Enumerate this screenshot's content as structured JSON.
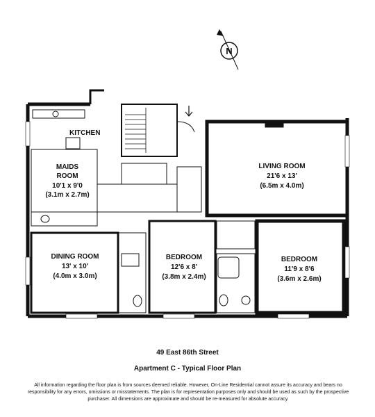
{
  "plan": {
    "north_label": "N",
    "kitchen": "KITCHEN",
    "maids_room": {
      "name_line1": "MAIDS",
      "name_line2": "ROOM",
      "dim_imperial": "10'1 x 9'0",
      "dim_metric": "(3.1m x 2.7m)"
    },
    "living_room": {
      "name": "LIVING ROOM",
      "dim_imperial": "21'6 x 13'",
      "dim_metric": "(6.5m x 4.0m)"
    },
    "dining_room": {
      "name": "DINING ROOM",
      "dim_imperial": "13' x 10'",
      "dim_metric": "(4.0m x 3.0m)"
    },
    "bedroom_1": {
      "name": "BEDROOM",
      "dim_imperial": "12'6 x 8'",
      "dim_metric": "(3.8m x 2.4m)"
    },
    "bedroom_2": {
      "name": "BEDROOM",
      "dim_imperial": "11'9 x 8'6",
      "dim_metric": "(3.6m x 2.6m)"
    }
  },
  "footer": {
    "address": "49 East 86th Street",
    "title": "Apartment C - Typical Floor Plan",
    "disclaimer": "All information regarding the floor plan is from sources deemed reliable.  However, On-Line Residential cannot assure its accuracy and bears no responsibility for any errors, omissions or misstatements.  The plan is for representation purposes only and should be used as such by the prospective purchaser.  All dimensions are approximate and should be re-measured for absolute accuracy."
  }
}
